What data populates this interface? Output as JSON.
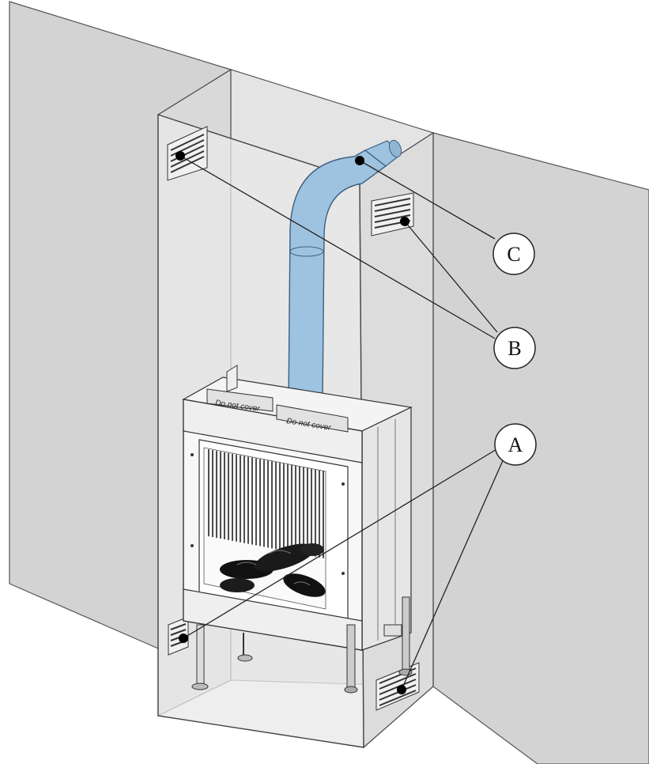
{
  "callouts": {
    "a": "A",
    "b": "B",
    "c": "C"
  },
  "stove": {
    "cover_label_left": "Do not cover",
    "cover_label_right": "Do not cover"
  },
  "colors": {
    "wall": "#d2d2d2",
    "enclosure": "#e6e6e6",
    "flue_pipe": "#9ec3e0",
    "stroke": "#444444"
  }
}
